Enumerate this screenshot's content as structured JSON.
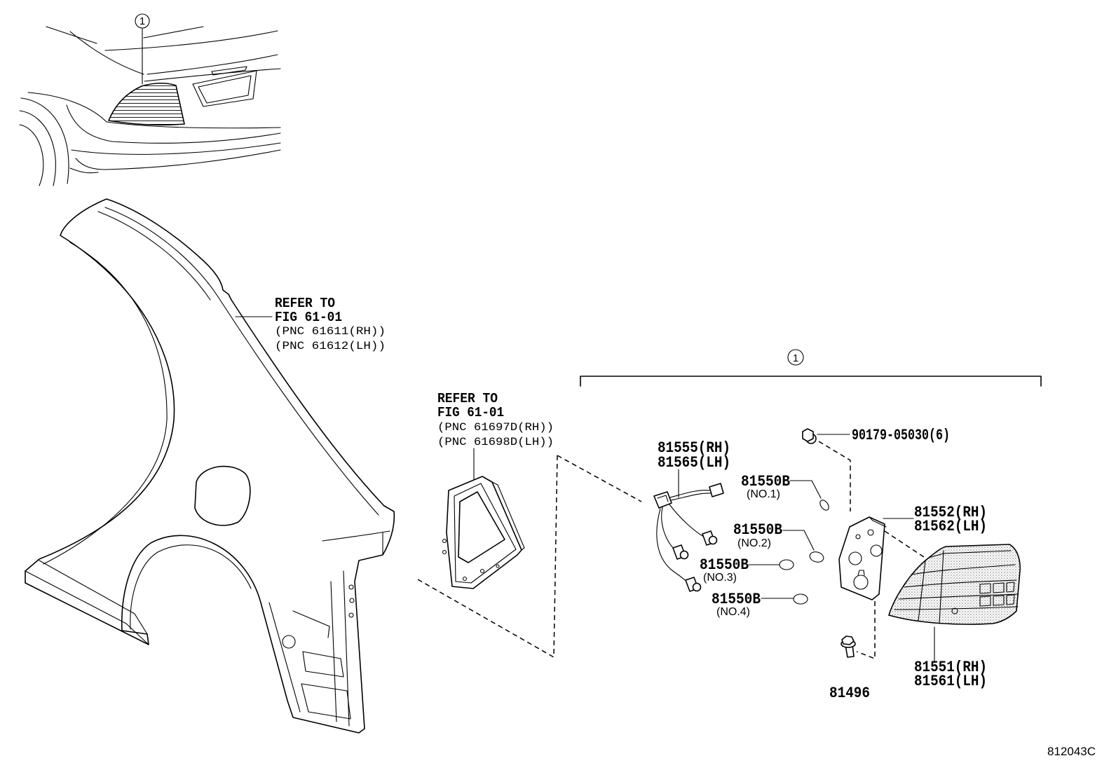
{
  "inset": {
    "callout": "1"
  },
  "references": {
    "quarter_panel": {
      "line1": "REFER TO",
      "line2": "FIG 61-01",
      "line3": "(PNC 61611(RH))",
      "line4": "(PNC 61612(LH))"
    },
    "extension": {
      "line1": "REFER TO",
      "line2": "FIG 61-01",
      "line3": "(PNC 61697D(RH))",
      "line4": "(PNC 61698D(LH))"
    }
  },
  "assembly": {
    "callout": "1"
  },
  "parts": {
    "bolt": {
      "number": "90179-05030(6)"
    },
    "harness": {
      "rh": "81555(RH)",
      "lh": "81565(LH)"
    },
    "bulbs": [
      {
        "number": "81550B",
        "note": "(NO.1)"
      },
      {
        "number": "81550B",
        "note": "(NO.2)"
      },
      {
        "number": "81550B",
        "note": "(NO.3)"
      },
      {
        "number": "81550B",
        "note": "(NO.4)"
      }
    ],
    "gasket": {
      "rh": "81552(RH)",
      "lh": "81562(LH)"
    },
    "lens": {
      "rh": "81551(RH)",
      "lh": "81561(LH)"
    },
    "screw": {
      "number": "81496"
    }
  },
  "figure_code": "812043C",
  "colors": {
    "line": "#000000",
    "background": "#ffffff"
  }
}
